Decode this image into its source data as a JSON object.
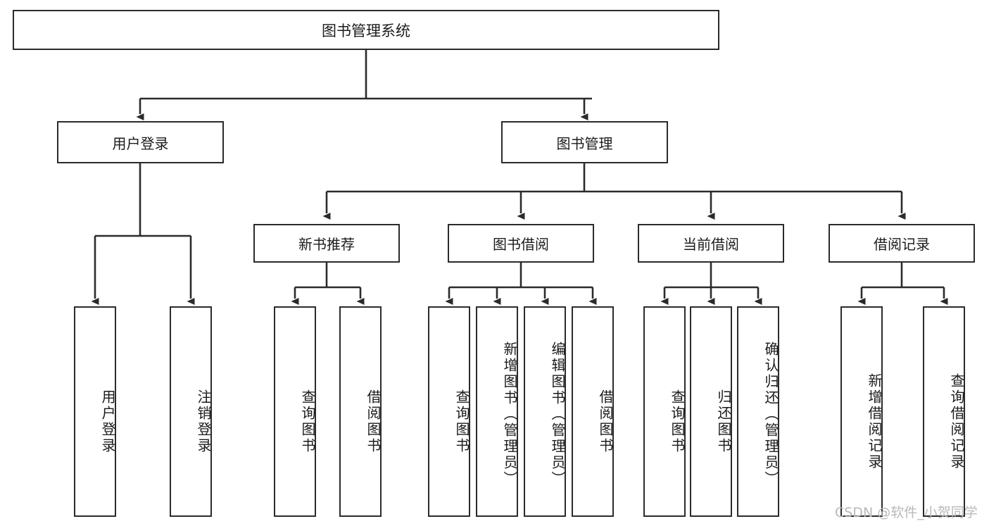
{
  "diagram": {
    "title": "图书管理系统",
    "type": "tree",
    "watermark": "CSDN @软件_小贺同学",
    "colors": {
      "border": "#2b2b2b",
      "background": "#ffffff",
      "text": "#1b1b1b",
      "watermark": "#b9b9b9"
    },
    "nodes": {
      "root": {
        "label": "图书管理系统"
      },
      "level2": [
        {
          "id": "user_login",
          "label": "用户登录"
        },
        {
          "id": "book_manage",
          "label": "图书管理"
        }
      ],
      "level3": [
        {
          "id": "new_book_rec",
          "label": "新书推荐"
        },
        {
          "id": "book_borrow",
          "label": "图书借阅"
        },
        {
          "id": "current_borrow",
          "label": "当前借阅"
        },
        {
          "id": "borrow_record",
          "label": "借阅记录"
        }
      ],
      "leaves": {
        "user_login": [
          {
            "label": "用户登录"
          },
          {
            "label": "注销登录"
          }
        ],
        "new_book_rec": [
          {
            "label": "查询图书"
          },
          {
            "label": "借阅图书"
          }
        ],
        "book_borrow": [
          {
            "label": "查询图书"
          },
          {
            "label": "新增图书（管理员）"
          },
          {
            "label": "编辑图书（管理员）"
          },
          {
            "label": "借阅图书"
          }
        ],
        "current_borrow": [
          {
            "label": "查询图书"
          },
          {
            "label": "归还图书"
          },
          {
            "label": "确认归还（管理员）"
          }
        ],
        "borrow_record": [
          {
            "label": "新增借阅记录"
          },
          {
            "label": "查询借阅记录"
          }
        ]
      }
    }
  }
}
